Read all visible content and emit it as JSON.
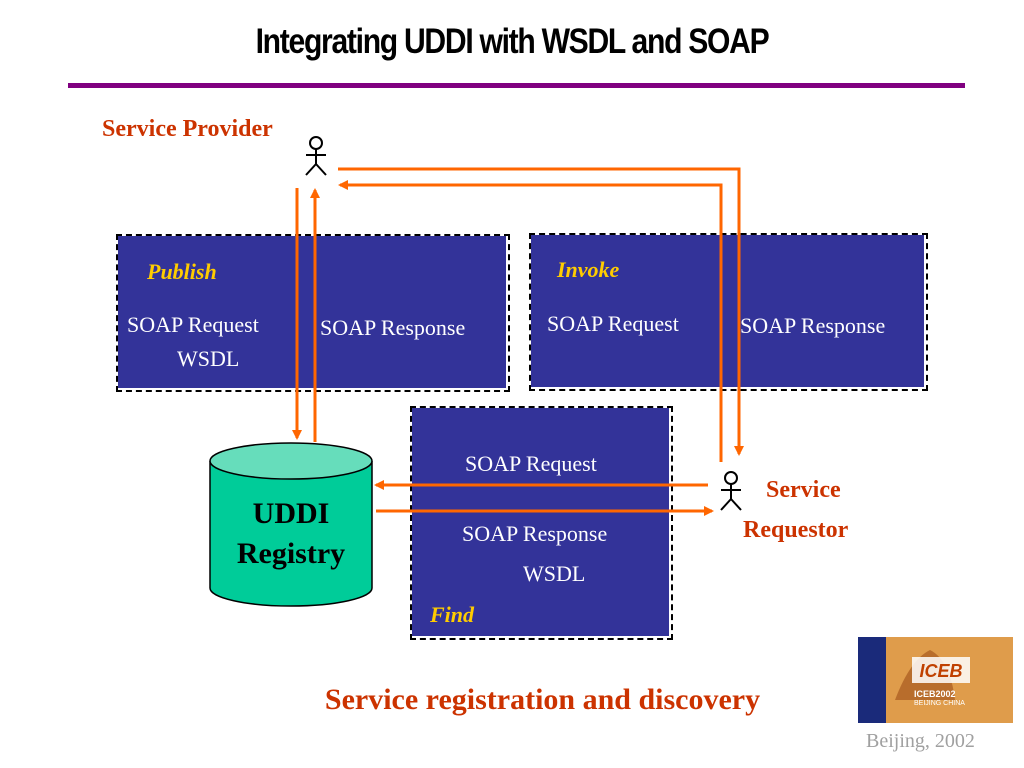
{
  "title": "Integrating UDDI with WSDL and SOAP",
  "colors": {
    "rule": "#800080",
    "box": "#333399",
    "arrow": "#ff6600",
    "actor_text": "#cc3300",
    "italic_label": "#ffcc00",
    "registry": "#66ddbb"
  },
  "provider": {
    "label": "Service Provider",
    "icon": "person-icon"
  },
  "requestor": {
    "label_line1": "Service",
    "label_line2": "Requestor",
    "icon": "person-icon"
  },
  "publish": {
    "label": "Publish",
    "request": "SOAP Request",
    "request_sub": "WSDL",
    "response": "SOAP Response"
  },
  "invoke": {
    "label": "Invoke",
    "request": "SOAP Request",
    "response": "SOAP Response"
  },
  "find": {
    "label": "Find",
    "request": "SOAP Request",
    "response": "SOAP Response",
    "response_sub": "WSDL"
  },
  "registry": {
    "line1": "UDDI",
    "line2": "Registry"
  },
  "caption": "Service registration and discovery",
  "footer": {
    "text": "Beijing, 2002",
    "logo_text": "ICEB2002",
    "logo_sub": "BEIJING CHINA"
  }
}
